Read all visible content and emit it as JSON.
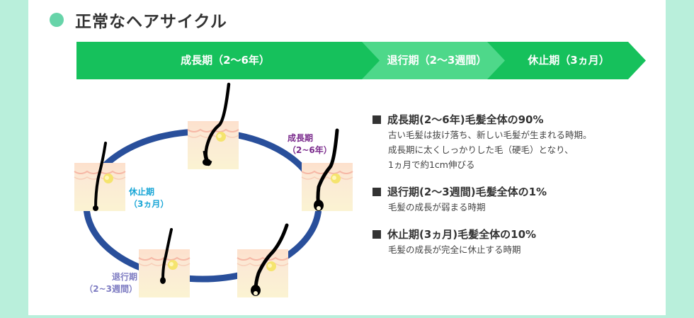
{
  "heading": {
    "title": "正常なヘアサイクル"
  },
  "phases": [
    {
      "label": "成長期（2〜6年）",
      "color": "#16c15c"
    },
    {
      "label": "退行期（2〜3週間）",
      "color": "#4ed88a"
    },
    {
      "label": "休止期（3ヵ月）",
      "color": "#16c15c"
    }
  ],
  "cycle": {
    "labels": {
      "growth": {
        "line1": "成長期",
        "line2": "（2~6年）",
        "color": "#7a2a8c"
      },
      "rest": {
        "line1": "休止期",
        "line2": "（3ヵ月）",
        "color": "#19a6d6"
      },
      "regression": {
        "line1": "退行期",
        "line2": "（2~3週間）",
        "color": "#7e7cc2"
      }
    },
    "ring_color": "#294f9b"
  },
  "info": [
    {
      "title": "成長期(2〜6年)毛髪全体の90%",
      "lines": [
        "古い毛髪は抜け落ち、新しい毛髪が生まれる時期。",
        "成長期に太くしっかりした毛（硬毛）となり、",
        "1ヵ月で約1cm伸びる"
      ]
    },
    {
      "title": "退行期(2〜3週間)毛髪全体の1%",
      "lines": [
        "毛髪の成長が弱まる時期"
      ]
    },
    {
      "title": "休止期(3ヵ月)毛髪全体の10%",
      "lines": [
        "毛髪の成長が完全に休止する時期"
      ]
    }
  ]
}
